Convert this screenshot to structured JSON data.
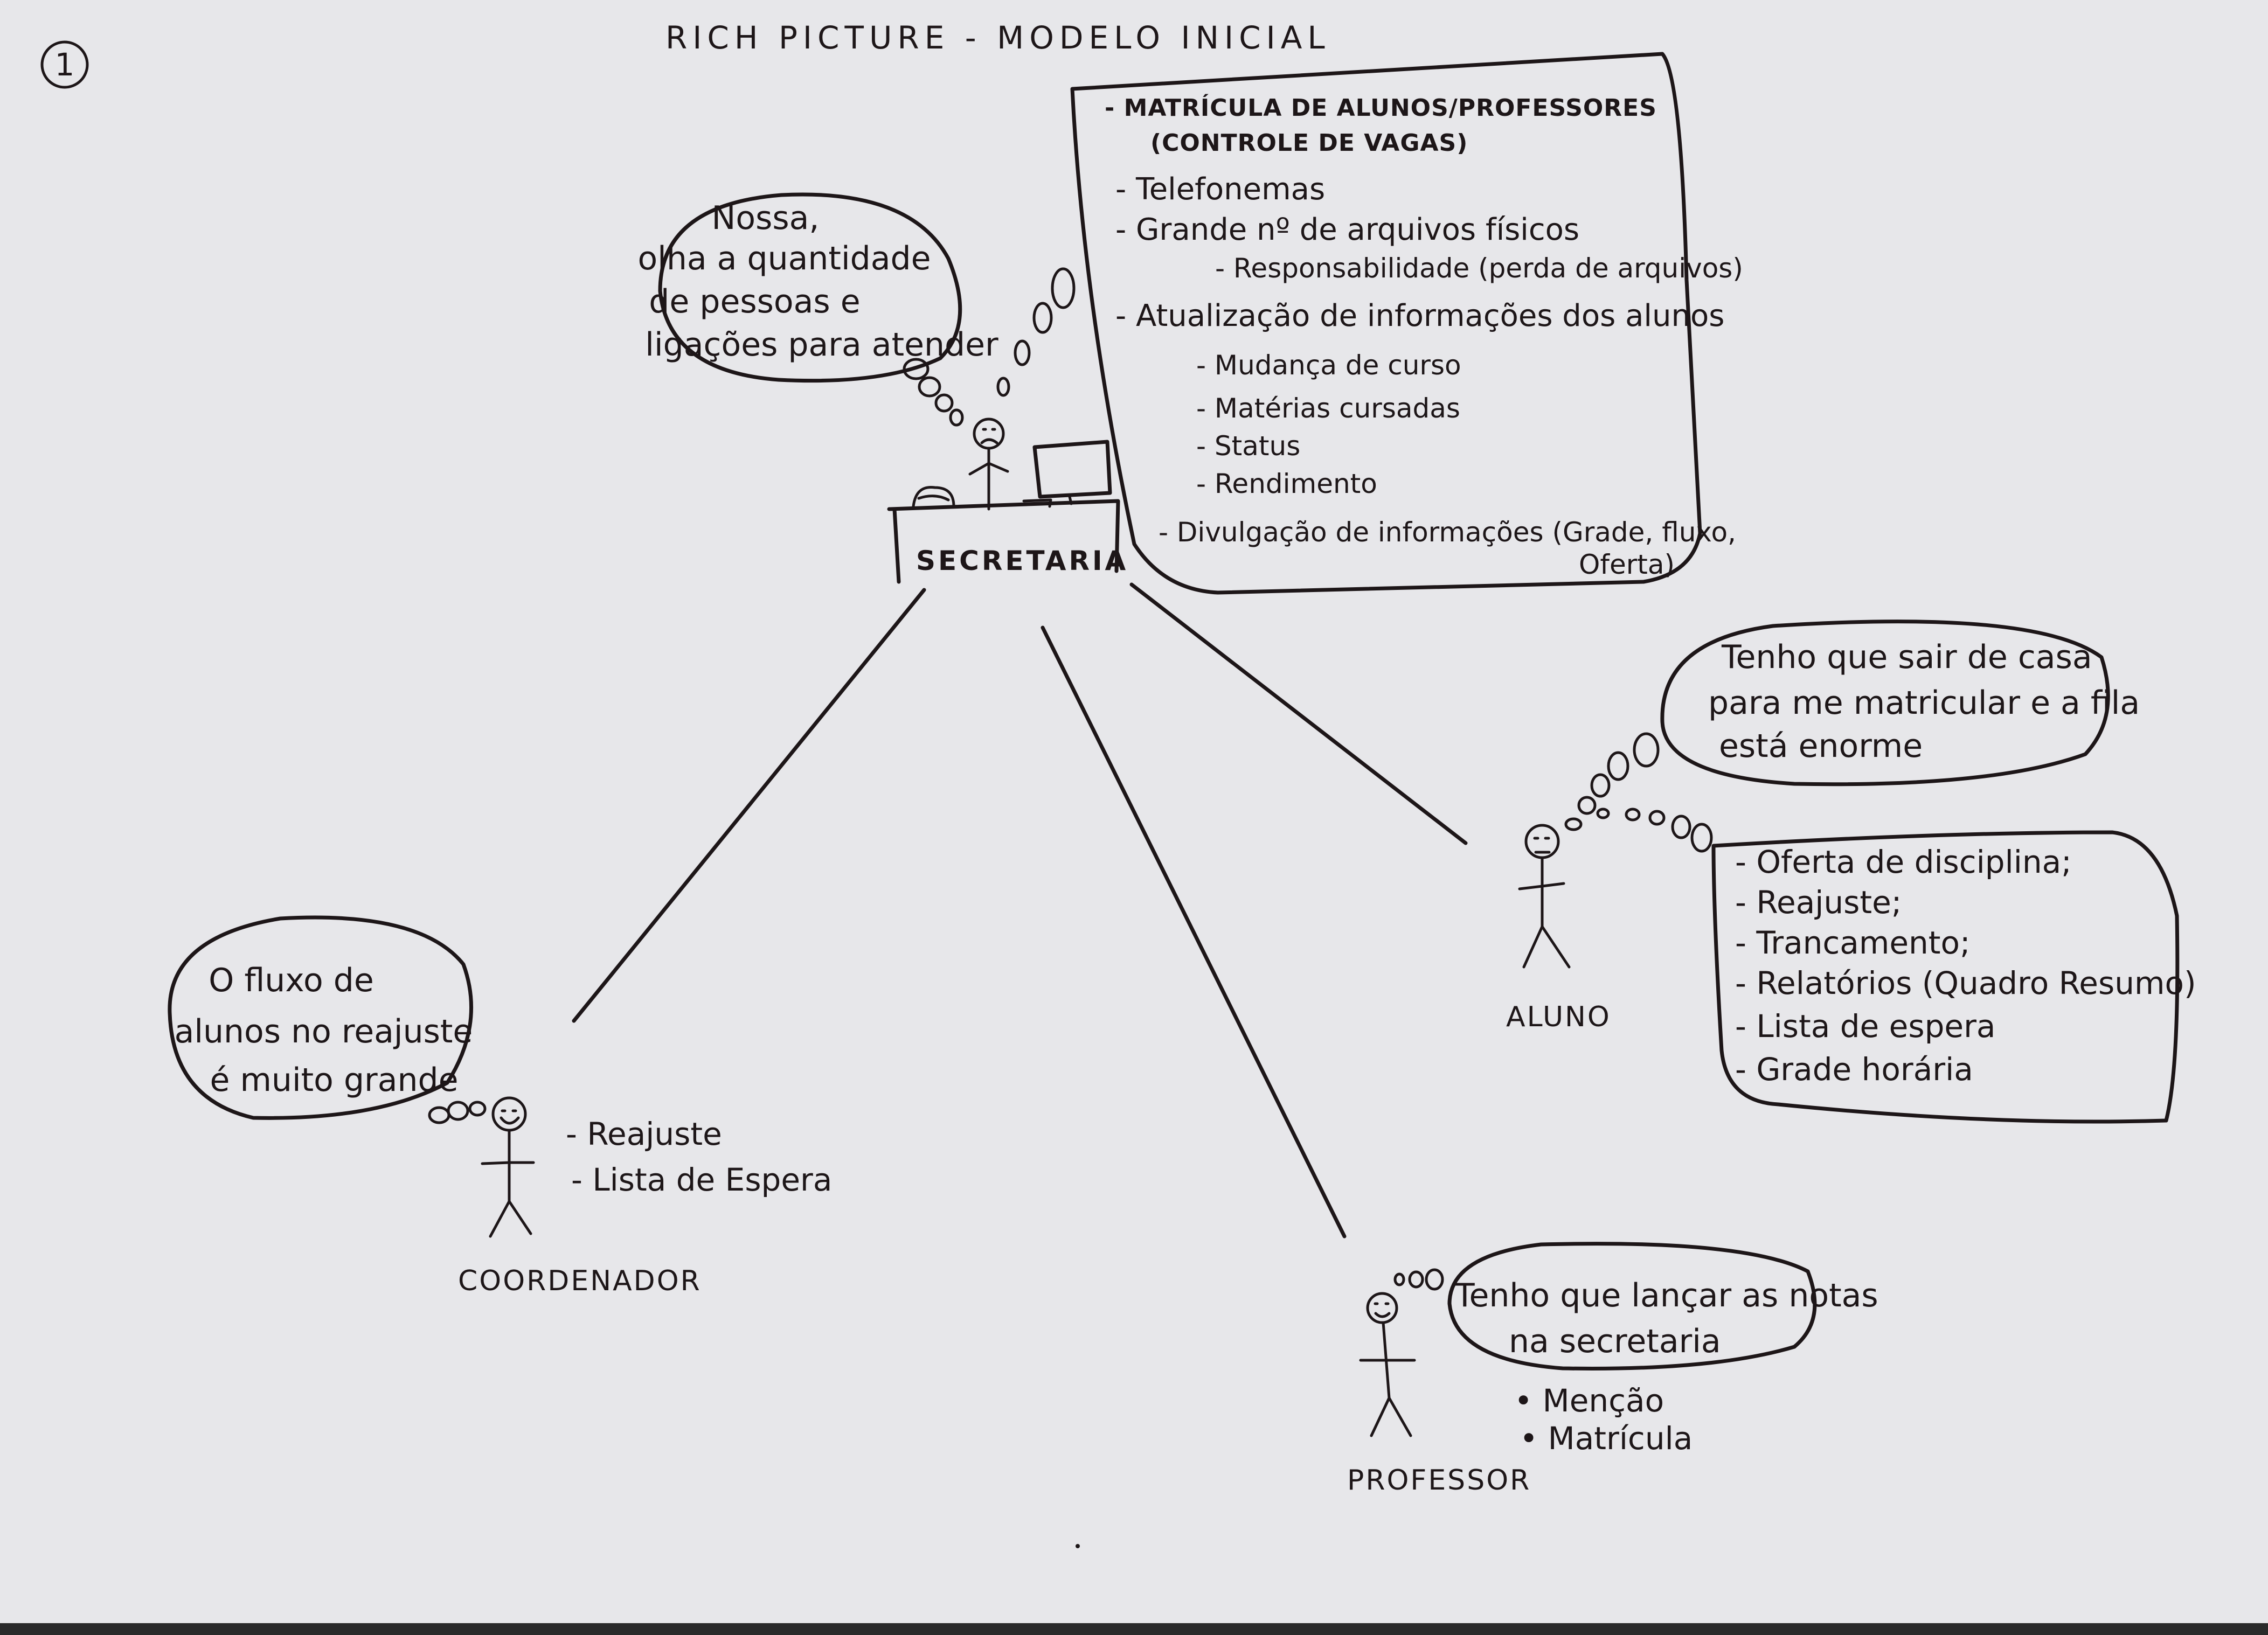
{
  "page_number": "1",
  "title": "RICH PICTURE - MODELO INICIAL",
  "secretaria": {
    "label": "SECRETARIA",
    "thought": [
      "Nossa,",
      "olha a quantidade",
      "de pessoas e",
      "ligações para atender"
    ],
    "issues": [
      "- MATRÍCULA DE ALUNOS/PROFESSORES",
      "(CONTROLE DE VAGAS)",
      "- Telefonemas",
      "- Grande nº de arquivos físicos",
      "- Responsabilidade (perda de arquivos)",
      "- Atualização de informações dos alunos",
      "- Mudança de curso",
      "- Matérias cursadas",
      "- Status",
      "- Rendimento",
      "- Divulgação de informações (Grade, fluxo,",
      "Oferta)"
    ]
  },
  "aluno": {
    "label": "ALUNO",
    "thought": [
      "Tenho que sair de casa",
      "para me matricular e a fila",
      "está enorme"
    ],
    "needs": [
      "- Oferta de disciplina;",
      "- Reajuste;",
      "- Trancamento;",
      "- Relatórios (Quadro Resumo)",
      "- Lista de espera",
      "- Grade horária"
    ]
  },
  "coordenador": {
    "label": "COORDENADOR",
    "thought": [
      "O fluxo de",
      "alunos no reajuste",
      "é muito grande"
    ],
    "tasks": [
      "- Reajuste",
      "- Lista de Espera"
    ]
  },
  "professor": {
    "label": "PROFESSOR",
    "thought": [
      "Tenho que lançar as notas",
      "na secretaria"
    ],
    "tasks": [
      "• Menção",
      "• Matrícula"
    ]
  }
}
